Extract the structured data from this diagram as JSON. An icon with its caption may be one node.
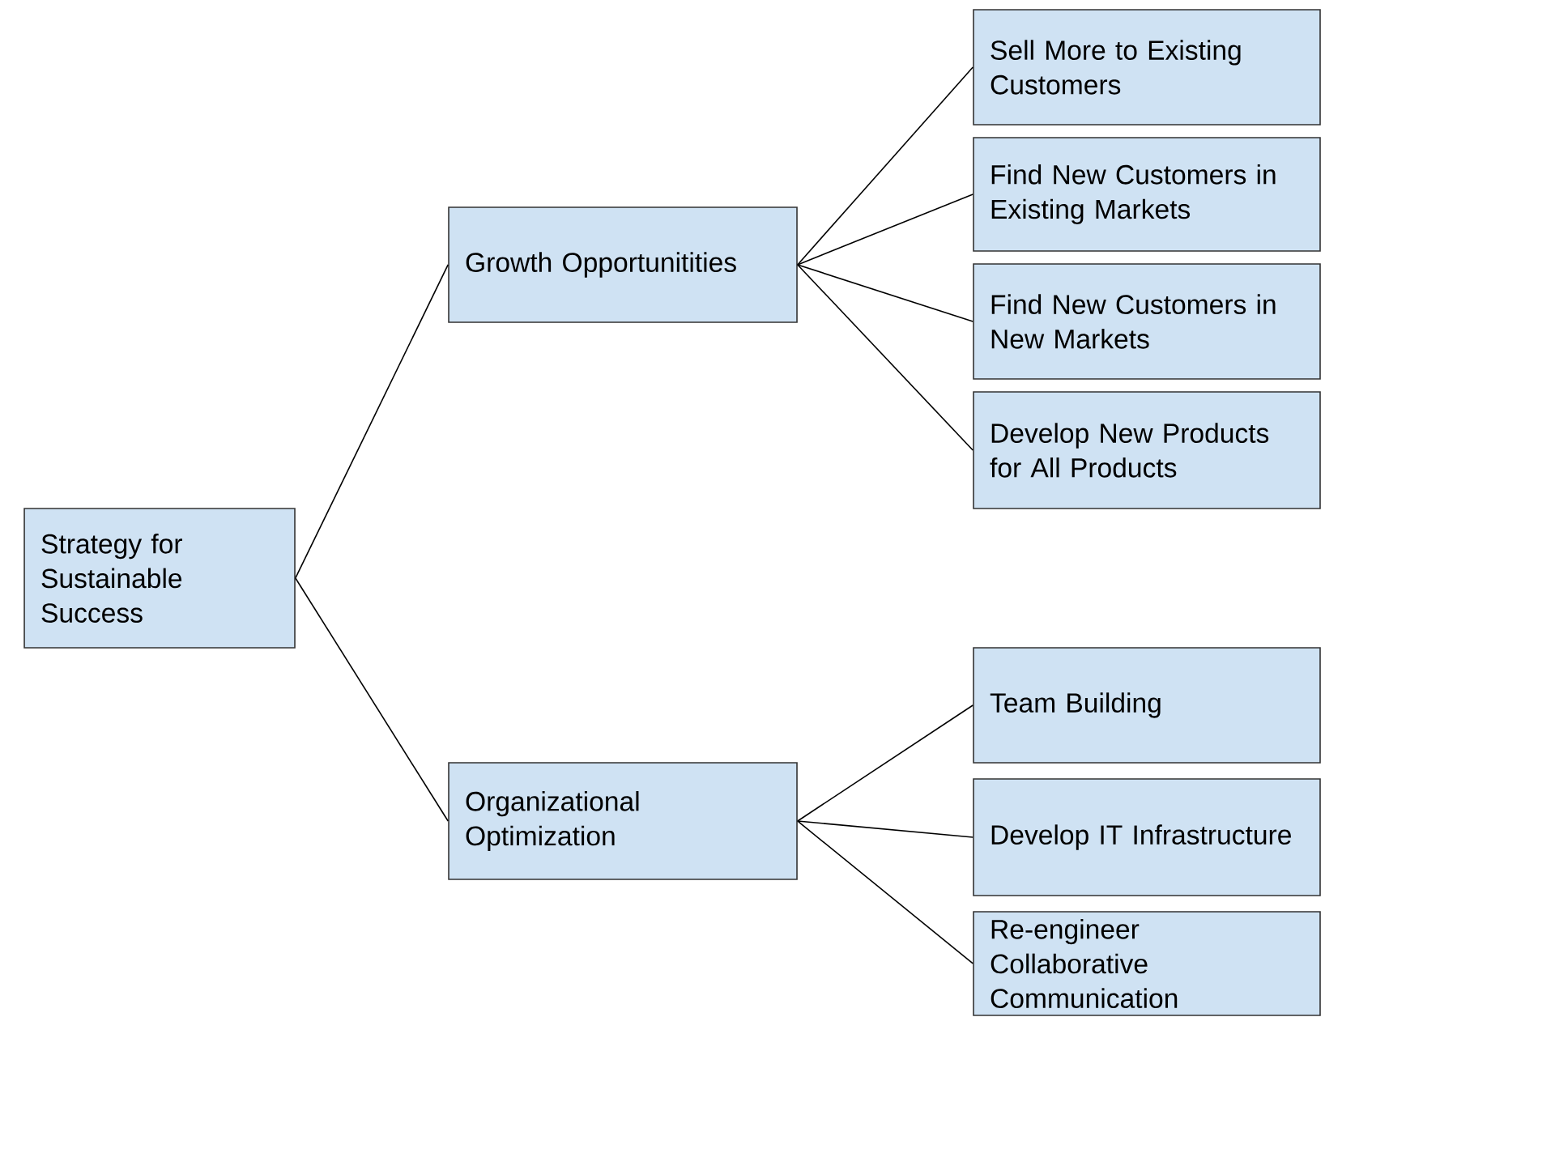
{
  "diagram": {
    "nodes": [
      {
        "text": [
          "Strategy for Sustainable Success"
        ]
      },
      {
        "text": [
          "Growth Opportunitities"
        ]
      },
      {
        "text": [
          "Organizational Optimization"
        ]
      },
      {
        "text": [
          "Sell More to Existing Customers"
        ]
      },
      {
        "text": [
          "Find New Customers in Existing Markets"
        ]
      },
      {
        "text": [
          "Find New Customers in New Markets"
        ]
      },
      {
        "text": [
          "Develop New Products for All Products"
        ]
      },
      {
        "text": [
          "Team Building"
        ]
      },
      {
        "text": [
          "Develop IT Infrastructure"
        ]
      },
      {
        "text": [
          "Re-engineer Collaborative Communication"
        ]
      }
    ],
    "edges": [
      {
        "from": 0,
        "to": 1,
        "arrow": "none"
      },
      {
        "from": 0,
        "to": 2,
        "arrow": "none"
      },
      {
        "from": 1,
        "to": 3,
        "arrow": "none"
      },
      {
        "from": 1,
        "to": 4,
        "arrow": "none"
      },
      {
        "from": 1,
        "to": 5,
        "arrow": "none"
      },
      {
        "from": 1,
        "to": 6,
        "arrow": "none"
      },
      {
        "from": 2,
        "to": 7,
        "arrow": "none"
      },
      {
        "from": 2,
        "to": 8,
        "arrow": "none"
      },
      {
        "from": 2,
        "to": 9,
        "arrow": "none"
      }
    ]
  }
}
